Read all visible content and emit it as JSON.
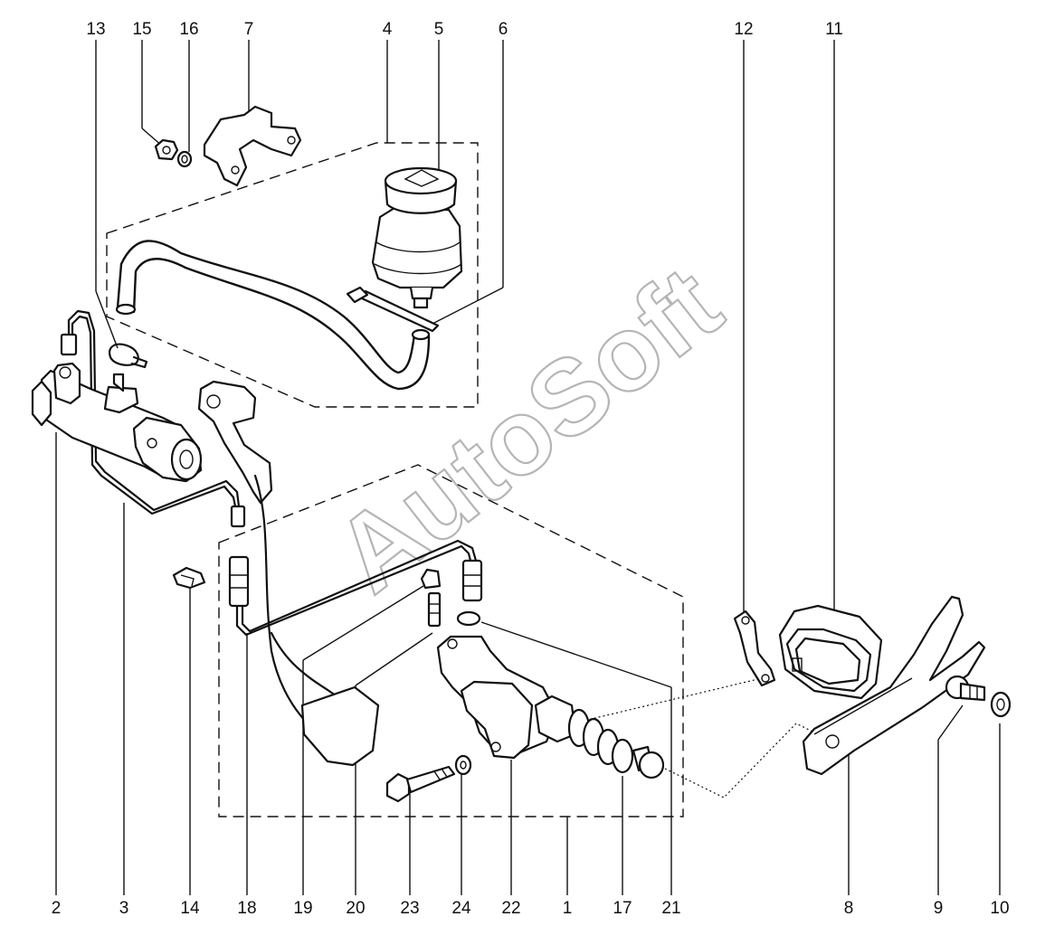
{
  "watermark": "AutoSoft",
  "callouts": {
    "top": {
      "n13": "13",
      "n15": "15",
      "n16": "16",
      "n7": "7",
      "n4": "4",
      "n5": "5",
      "n6": "6",
      "n12": "12",
      "n11": "11"
    },
    "bottom": {
      "n2": "2",
      "n3": "3",
      "n14": "14",
      "n18": "18",
      "n19": "19",
      "n20": "20",
      "n23": "23",
      "n24": "24",
      "n22": "22",
      "n1": "1",
      "n17": "17",
      "n21": "21",
      "n8": "8",
      "n9": "9",
      "n10": "10"
    }
  }
}
